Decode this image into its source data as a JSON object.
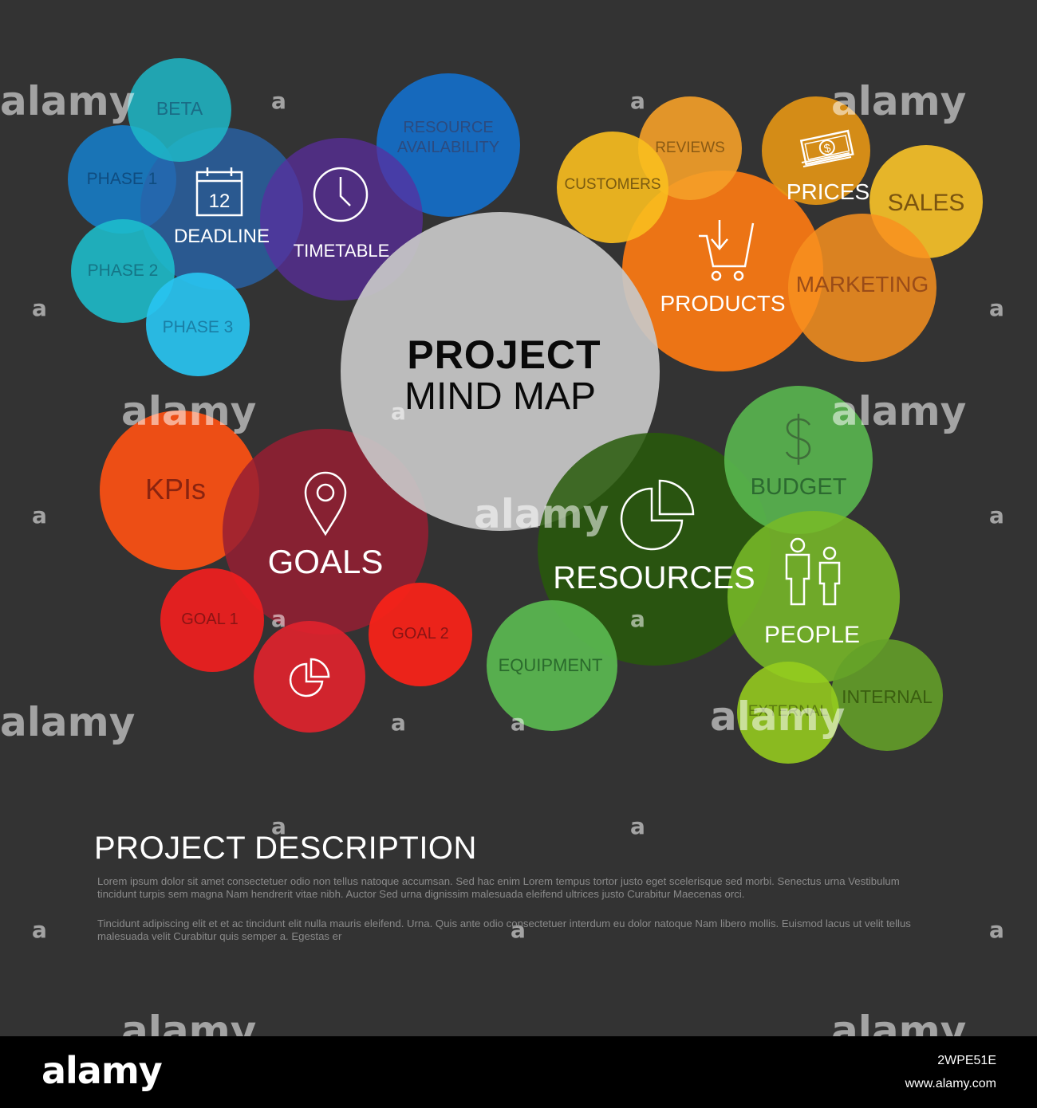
{
  "center": {
    "title": "PROJECT",
    "subtitle": "MIND MAP"
  },
  "bubbles": {
    "beta": "BETA",
    "phase1": "PHASE 1",
    "deadline": "DEADLINE",
    "calendar_day": "12",
    "phase2": "PHASE 2",
    "phase3": "PHASE 3",
    "timetable": "TIMETABLE",
    "resource_availability_line1": "RESOURCE",
    "resource_availability_line2": "AVAILABILITY",
    "customers": "CUSTOMERS",
    "reviews": "REVIEWS",
    "prices": "PRICES",
    "sales": "SALES",
    "products": "PRODUCTS",
    "marketing": "MARKETING",
    "kpis": "KPIs",
    "goals": "GOALS",
    "goal1": "GOAL 1",
    "goal2": "GOAL 2",
    "budget": "BUDGET",
    "resources": "RESOURCES",
    "people": "PEOPLE",
    "equipment": "EQUIPMENT",
    "external": "EXTERNAL",
    "internal": "INTERNAL"
  },
  "description": {
    "title": "PROJECT DESCRIPTION",
    "paragraph1": "Lorem ipsum dolor sit amet consectetuer odio non tellus natoque accumsan. Sed hac enim Lorem tempus tortor justo eget scelerisque sed morbi. Senectus urna Vestibulum tincidunt turpis sem magna Nam hendrerit vitae nibh. Auctor Sed urna dignissim malesuada eleifend ultrices justo Curabitur Maecenas orci.",
    "paragraph2": "Tincidunt adipiscing elit et et ac tincidunt elit nulla mauris eleifend. Urna. Quis ante odio consectetuer interdum eu dolor natoque Nam libero mollis. Euismod lacus ut velit tellus malesuada velit Curabitur quis semper a. Egestas er"
  },
  "watermark": {
    "text": "alamy",
    "badge": "a"
  },
  "footer": {
    "logo": "alamy",
    "image_id": "2WPE51E",
    "url": "www.alamy.com"
  },
  "colors": {
    "background": "#333333",
    "blue_group": "#1a9fd6",
    "orange_group": "#f7941d",
    "red_group": "#e8201f",
    "green_group": "#5aa832",
    "center": "#c8c8c8"
  },
  "icons": [
    "calendar-icon",
    "clock-icon",
    "dollar-bill-icon",
    "shopping-cart-icon",
    "location-pin-icon",
    "pie-chart-icon",
    "dollar-sign-icon",
    "people-icon"
  ]
}
